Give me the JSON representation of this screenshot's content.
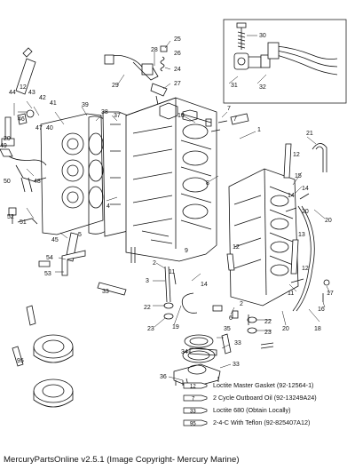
{
  "callouts": {
    "n1": "1",
    "n2": "2",
    "n2b": "2",
    "n3": "3",
    "n4": "4",
    "n5": "5",
    "n6": "6",
    "n7": "7",
    "n8": "8",
    "n9": "9",
    "n10": "10",
    "n11": "11",
    "n11b": "11",
    "n12": "12",
    "n12b": "12",
    "n13": "13",
    "n14": "14",
    "n14b": "14",
    "n14c": "14",
    "n15": "15",
    "n16": "16",
    "n17": "17",
    "n18": "18",
    "n19": "19",
    "n20": "20",
    "n20b": "20",
    "n20c": "20",
    "n21": "21",
    "n22": "22",
    "n22b": "22",
    "n23": "23",
    "n23b": "23",
    "n24": "24",
    "n25": "25",
    "n26": "26",
    "n27": "27",
    "n28": "28",
    "n29": "29",
    "n30": "30",
    "n31": "31",
    "n32": "32",
    "n33": "33",
    "n33b": "33",
    "n34": "34",
    "n35": "35",
    "n36": "36",
    "n37": "37",
    "n38": "38",
    "n39": "39",
    "n40": "40",
    "n41": "41",
    "n42": "42",
    "n43": "43",
    "n44": "44",
    "n45": "45",
    "n46": "46",
    "n47": "47",
    "n48": "48",
    "n49": "49",
    "n50": "50",
    "n51": "51",
    "n52": "52",
    "n53": "53",
    "n54": "54"
  },
  "tube_labels": {
    "t12": "12",
    "t7": "7",
    "t33": "33",
    "t95": "95"
  },
  "legend": [
    {
      "tube": "12",
      "text": "Loctite Master Gasket (92-12564-1)"
    },
    {
      "tube": "7",
      "text": "2 Cycle Outboard Oil (92-13249A24)"
    },
    {
      "tube": "33",
      "text": "Loctite 680 (Obtain Locally)"
    },
    {
      "tube": "95",
      "text": "2-4-C With Teflon (92-825407A12)"
    }
  ],
  "footer": "MercuryPartsOnline v2.5.1 (Image Copyright- Mercury Marine)"
}
